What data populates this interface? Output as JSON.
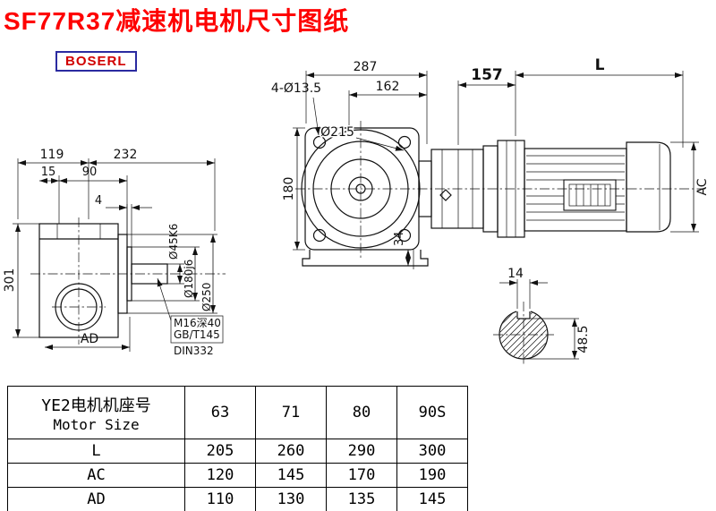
{
  "title": "SF77R37减速机电机尺寸图纸",
  "logo": "BOSERL",
  "colors": {
    "title": "#fe0000",
    "logo_text": "#d10000",
    "logo_border": "#2b2ba0",
    "line": "#111111"
  },
  "drawing": {
    "left": {
      "d119": "119",
      "d232": "232",
      "d15": "15",
      "d90": "90",
      "d4": "4",
      "d301": "301",
      "dAD": "AD",
      "shaft_dia": "Ø45K6",
      "spigot_dia": "Ø180j6",
      "flange_dia": "Ø250",
      "note1": "M16深40",
      "note2": "GB/T145",
      "note3": "DIN332"
    },
    "front": {
      "d287": "287",
      "d162": "162",
      "holes": "4-Ø13.5",
      "bore": "Ø215",
      "d180": "180",
      "d34": "34"
    },
    "motor": {
      "d157": "157",
      "dL": "L",
      "dAC": "AC"
    },
    "shaft": {
      "d14": "14",
      "d485": "48.5"
    }
  },
  "table": {
    "header_cn": "YE2电机机座号",
    "header_en": "Motor Size",
    "columns": [
      "63",
      "71",
      "80",
      "90S"
    ],
    "rows": [
      {
        "label": "L",
        "values": [
          "205",
          "260",
          "290",
          "300"
        ]
      },
      {
        "label": "AC",
        "values": [
          "120",
          "145",
          "170",
          "190"
        ]
      },
      {
        "label": "AD",
        "values": [
          "110",
          "130",
          "135",
          "145"
        ]
      }
    ]
  }
}
